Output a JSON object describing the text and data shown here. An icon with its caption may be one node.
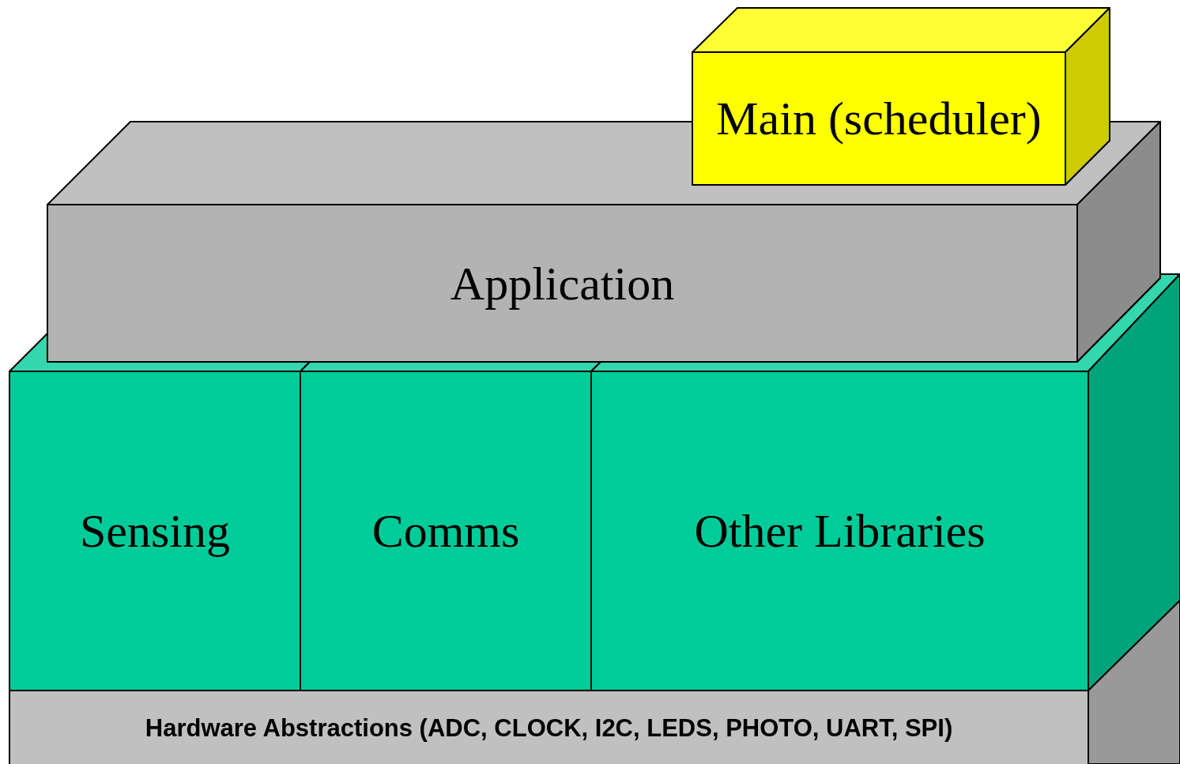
{
  "diagram": {
    "nodes": [
      {
        "text": [
          "Main (scheduler)"
        ]
      },
      {
        "text": [
          "Application"
        ]
      },
      {
        "text": [
          "Sensing"
        ]
      },
      {
        "text": [
          "Comms"
        ]
      },
      {
        "text": [
          "Other Libraries"
        ]
      },
      {
        "text": [
          "Hardware Abstractions (ADC, CLOCK, I2C, LEDS, PHOTO, UART, SPI)"
        ]
      }
    ],
    "edges": []
  }
}
